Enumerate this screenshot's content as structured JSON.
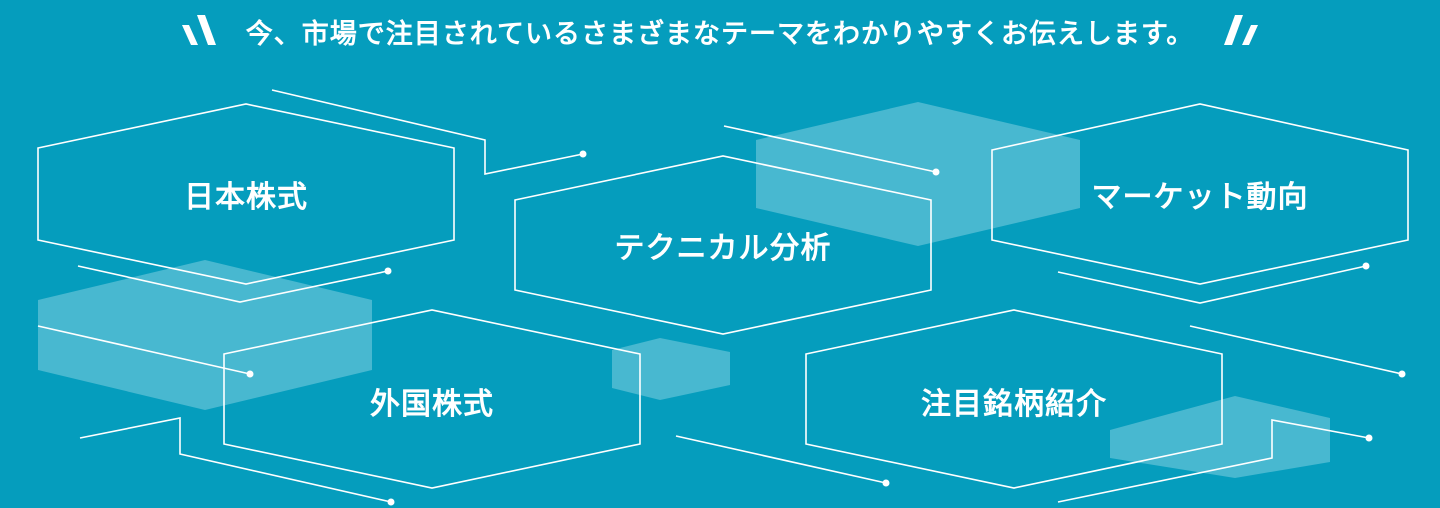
{
  "headline": {
    "text": "今、市場で注目されているさまざまなテーマをわかりやすくお伝えします。"
  },
  "themes": [
    {
      "id": "japan-stocks",
      "label": "日本株式"
    },
    {
      "id": "technical-analysis",
      "label": "テクニカル分析"
    },
    {
      "id": "market-trends",
      "label": "マーケット動向"
    },
    {
      "id": "foreign-stocks",
      "label": "外国株式"
    },
    {
      "id": "featured-stocks",
      "label": "注目銘柄紹介"
    }
  ],
  "colors": {
    "background": "#059dbd",
    "outline": "#ffffff",
    "shade": "#7fcde0"
  }
}
